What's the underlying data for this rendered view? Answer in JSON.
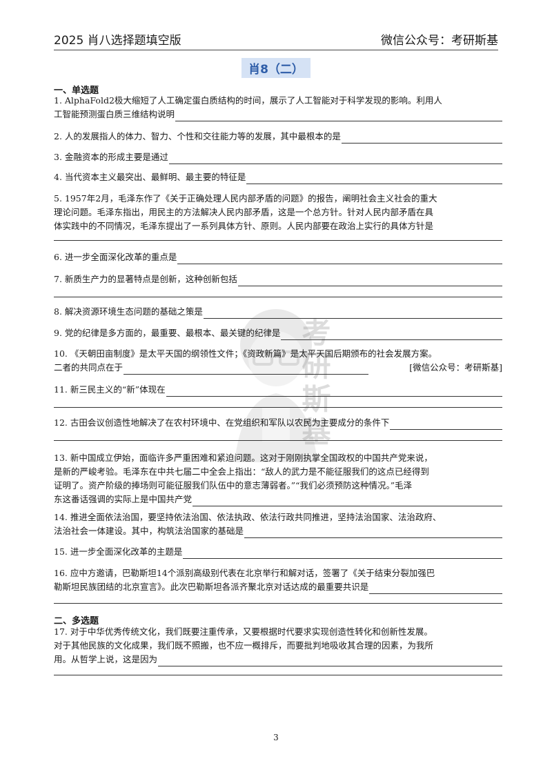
{
  "header": {
    "left": "2025 肖八选择题填空版",
    "right": "微信公众号：考研斯基"
  },
  "title": "肖8（二）",
  "sections": {
    "single": "一、单选题",
    "multi": "二、多选题"
  },
  "questions": {
    "q1": {
      "a": "1. AlphaFold2极大缩短了人工确定蛋白质结构的时间，展示了人工智能对于科学发现的影响。利用人",
      "b": "工智能预测蛋白质三维结构说明"
    },
    "q2": "2. 人的发展指人的体力、智力、个性和交往能力等的发展，其中最根本的是",
    "q3": "3. 金融资本的形成主要是通过",
    "q4": "4. 当代资本主义最突出、最鲜明、最主要的特征是",
    "q5": {
      "a": "5. 1957年2月，毛泽东作了《关于正确处理人民内部矛盾的问题》的报告，阐明社会主义社会的重大",
      "b": "理论问题。毛泽东指出，用民主的方法解决人民内部矛盾，这是一个总方针。针对人民内部矛盾在具",
      "c": "体实践中的不同情况，毛泽东提出了一系列具体方针、原则。人民内部要在政治上实行的具体方针是"
    },
    "q6": "6. 进一步全面深化改革的重点是",
    "q7": "7. 新质生产力的显著特点是创新，这种创新包括",
    "q8": "8. 解决资源环境生态问题的基础之策是",
    "q9": "9. 党的纪律是多方面的，最重要、最根本、最关键的纪律是",
    "q10": {
      "a": "10. 《天朝田亩制度》是太平天国的纲领性文件；《资政新篇》是太平天国后期颁布的社会发展方案。",
      "b": "二者的共同点在于",
      "c": "[微信公众号：考研斯基]"
    },
    "q11": "11. 新三民主义的“新”体现在",
    "q12": "12. 古田会议创造性地解决了在农村环境中、在党组织和军队以农民为主要成分的条件下",
    "q13": {
      "a": "13. 新中国成立伊始，面临许多严重困难和紧迫问题。这对于刚刚执掌全国政权的中国共产党来说，",
      "b": "是新的严峻考验。毛泽东在中共七届二中全会上指出：“敌人的武力是不能征服我们的这点已经得到",
      "c": "证明了。资产阶级的捧场则可能征服我们队伍中的意志薄弱者。”“我们必须预防这种情况。”毛泽",
      "d": "东这番话强调的实际上是中国共产党"
    },
    "q14": {
      "a": "14. 推进全面依法治国，要坚持依法治国、依法执政、依法行政共同推进，坚持法治国家、法治政府、",
      "b": "法治社会一体建设。其中，构筑法治国家的基础是"
    },
    "q15": "15. 进一步全面深化改革的主题是",
    "q16": {
      "a": "16. 应中方邀请，巴勒斯坦14个派别高级别代表在北京举行和解对话，签署了《关于结束分裂加强巴",
      "b": "勒斯坦民族团结的北京宣言》。此次巴勒斯坦各派齐聚北京对话达成的最重要共识是"
    },
    "q17": {
      "a": "17. 对于中华优秀传统文化，我们既要注重传承，又要根据时代要求实现创造性转化和创新性发展。",
      "b": "对于其他民族的文化成果，我们既不照搬，也不应一概排斥，而要批判地吸收其合理的因素，为我所",
      "c": "用。从哲学上说，这是因为"
    }
  },
  "watermark": "考研斯基",
  "page_number": "3"
}
